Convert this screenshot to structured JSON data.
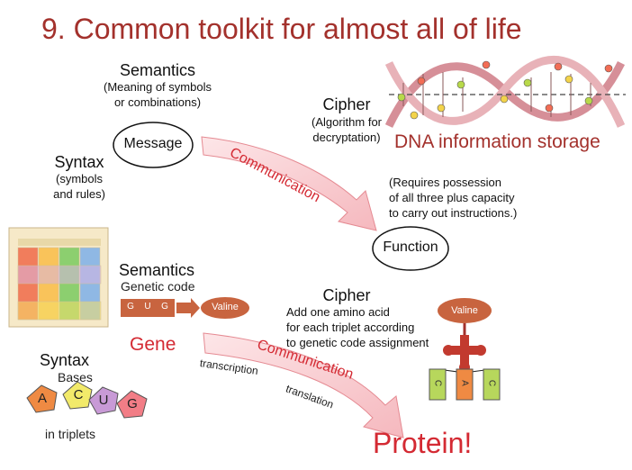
{
  "title": "9. Common toolkit for almost all of life",
  "upper": {
    "semantics_heading": "Semantics",
    "semantics_note_line1": "(Meaning of symbols",
    "semantics_note_line2": "or combinations)",
    "syntax_heading": "Syntax",
    "syntax_note_line1": "(symbols",
    "syntax_note_line2": "and rules)",
    "message_label": "Message",
    "communication_label": "Communication",
    "cipher_heading": "Cipher",
    "cipher_note_line1": "(Algorithm for",
    "cipher_note_line2": "decryptation)",
    "dna_caption": "DNA information storage",
    "requirement_line1": "(Requires possession",
    "requirement_line2": "of all three plus capacity",
    "requirement_line3": "to carry out instructions.)",
    "function_label": "Function"
  },
  "lower": {
    "semantics_heading": "Semantics",
    "genetic_code_label": "Genetic code",
    "codon_letters": [
      "G",
      "U",
      "G"
    ],
    "valine_label": "Valine",
    "cipher_heading": "Cipher",
    "cipher_line1": "Add one amino acid",
    "cipher_line2": "for each triplet according",
    "cipher_line3": "to genetic code assignment",
    "gene_label": "Gene",
    "communication_label": "Communication",
    "transcription_label": "transcription",
    "translation_label": "translation",
    "syntax_heading": "Syntax",
    "bases_label": "Bases",
    "bases": [
      "A",
      "C",
      "U",
      "G"
    ],
    "triplets_label": "in triplets",
    "trna_valine_label": "Valine",
    "trna_anticodon": [
      "C",
      "A",
      "C"
    ],
    "protein_label": "Protein!"
  },
  "colors": {
    "title": "#a3312c",
    "accent_red": "#d42a33",
    "arrow_fill": "#f8d0d3",
    "valine_fill": "#c8643f",
    "base_A": "#ef8a43",
    "base_C": "#f2ea6a",
    "base_U": "#c89ad6",
    "base_G": "#f27d86"
  }
}
